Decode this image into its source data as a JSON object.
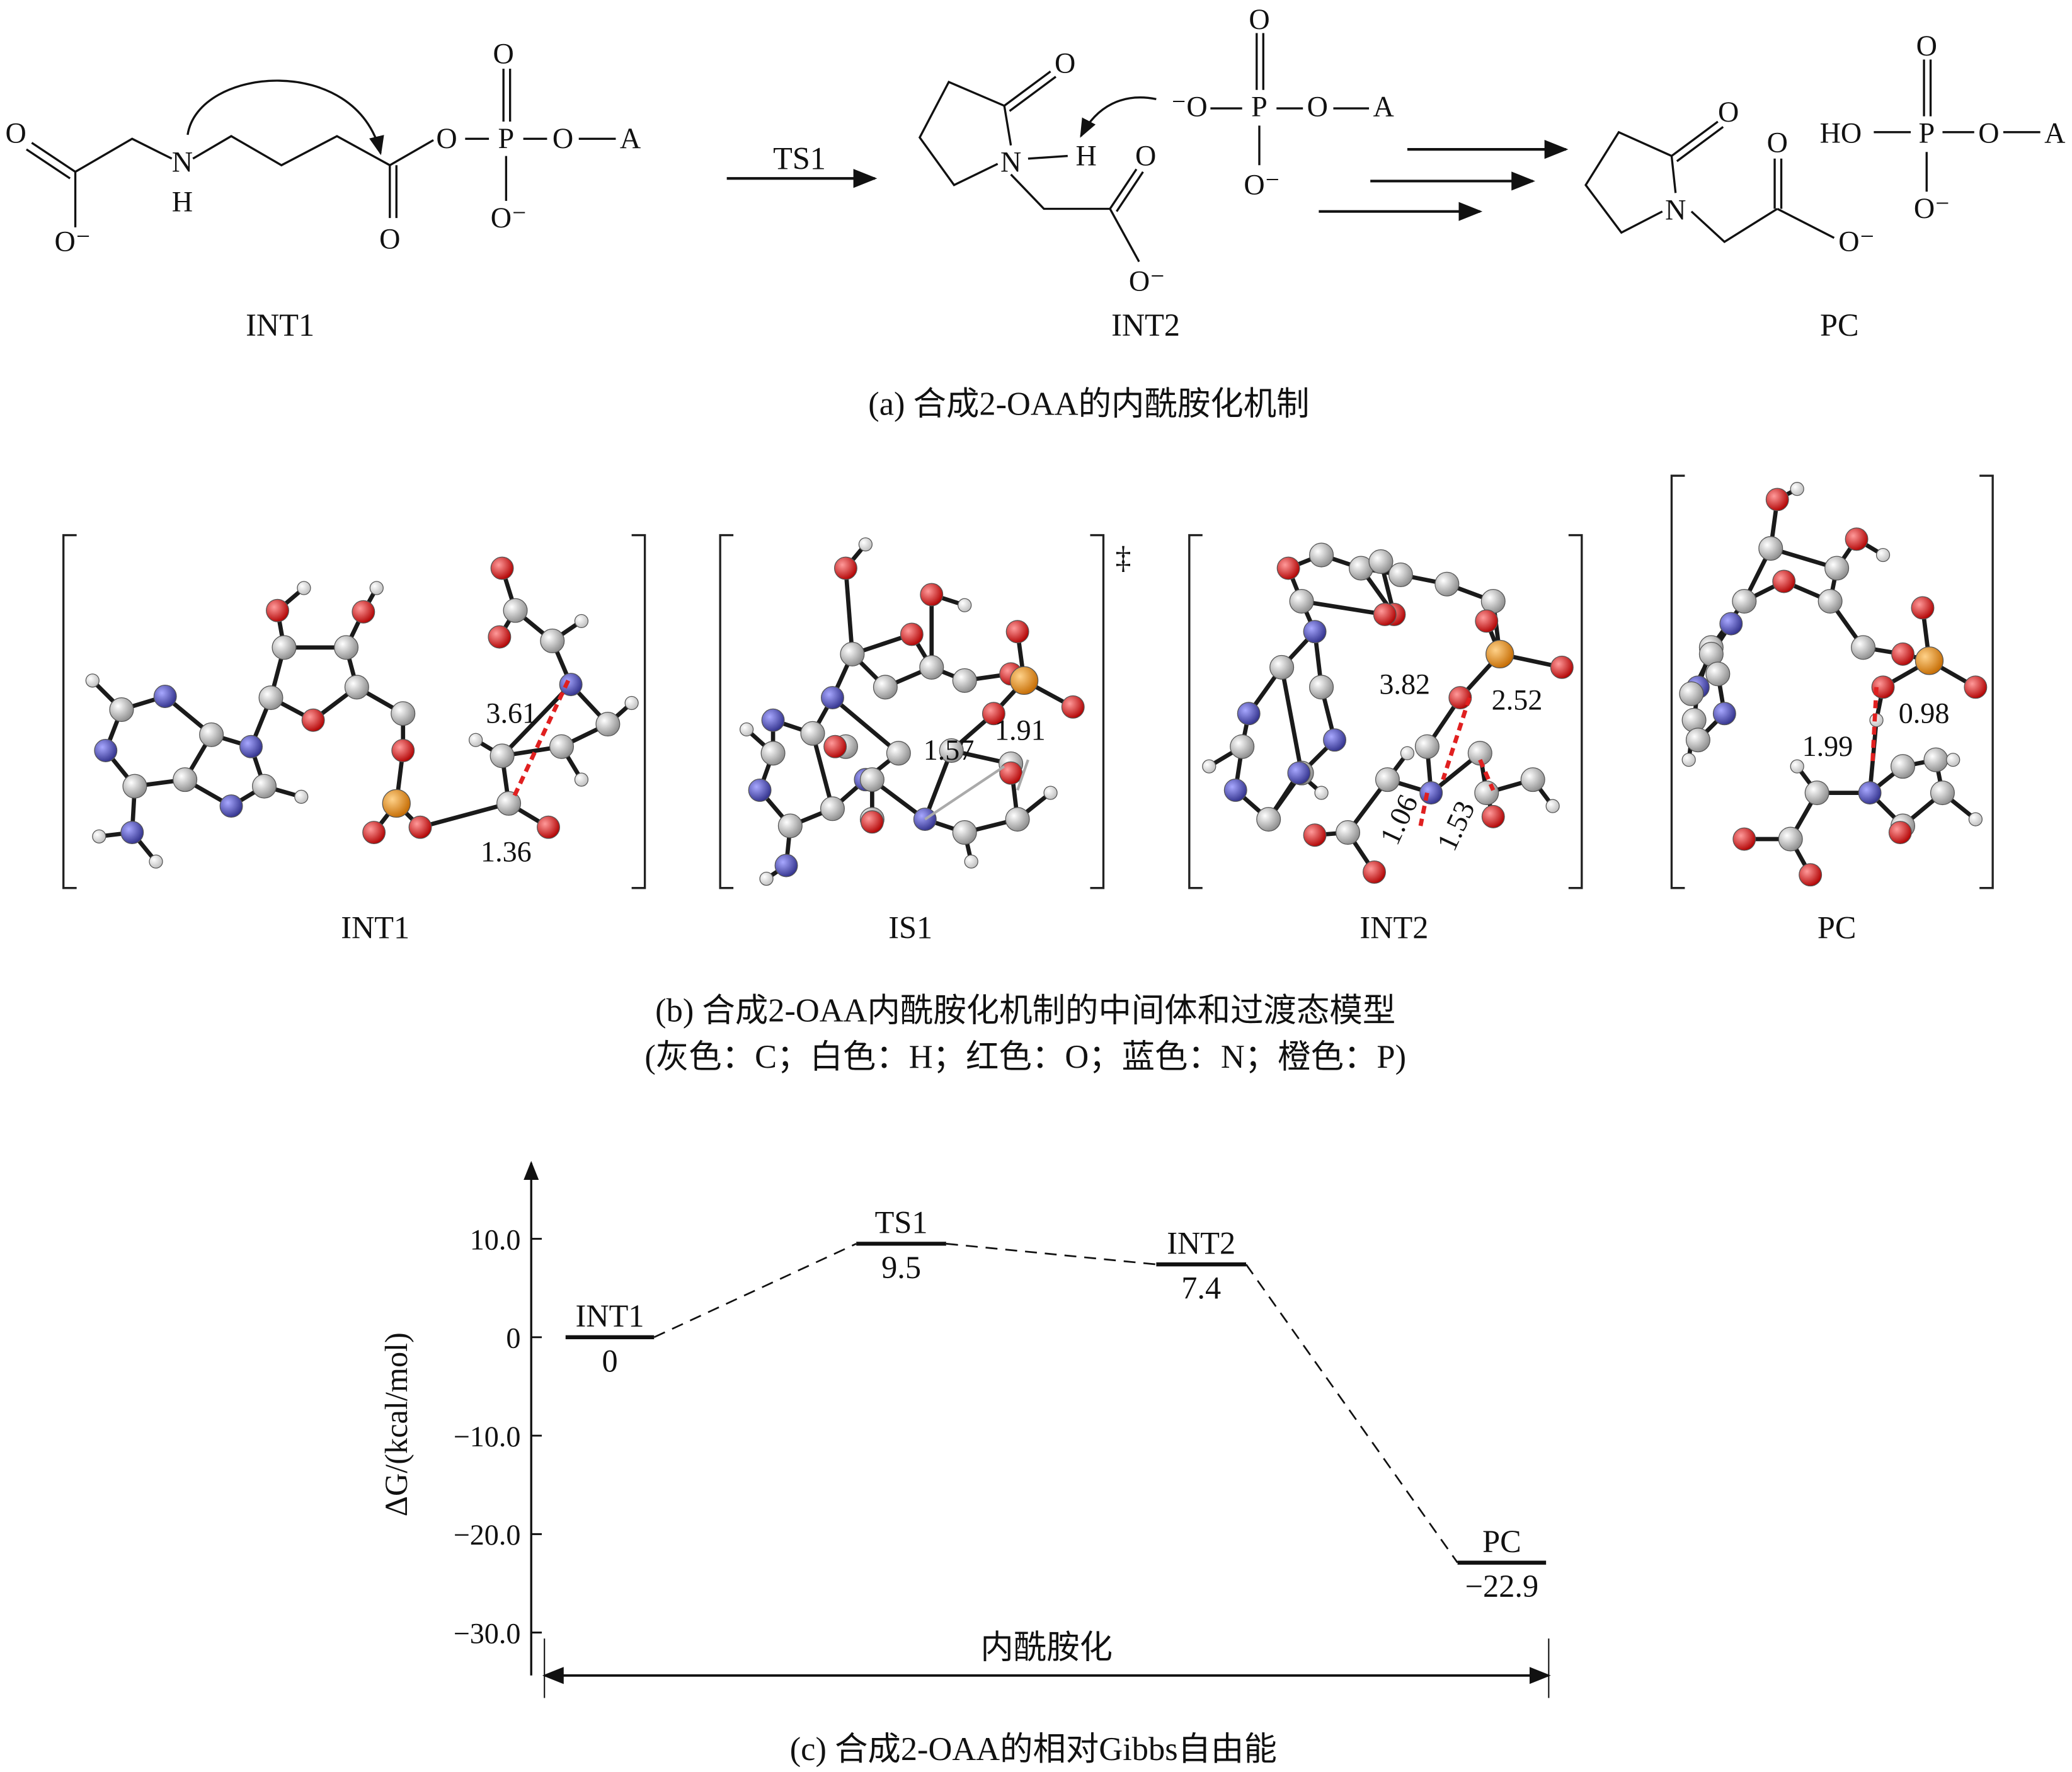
{
  "figure_a": {
    "caption": "(a) 合成2-OAA的内酰胺化机制",
    "arrow_label": "TS1",
    "structure_labels": [
      "INT1",
      "INT2",
      "PC"
    ],
    "int1_atoms": [
      "O",
      "O⁻",
      "N",
      "H",
      "O",
      "O",
      "P",
      "O",
      "A",
      "O",
      "O⁻"
    ],
    "int2_atoms": [
      "O",
      "N",
      "H",
      "O",
      "O⁻",
      "⁻O",
      "P",
      "O",
      "A",
      "O",
      "O⁻"
    ],
    "pc_atoms": [
      "O",
      "N",
      "O",
      "O⁻",
      "HO",
      "P",
      "O",
      "A",
      "O",
      "O⁻"
    ]
  },
  "figure_b": {
    "panels": [
      {
        "label": "INT1",
        "distances": [
          "3.61",
          "1.36"
        ]
      },
      {
        "label": "IS1",
        "distances": [
          "1.57",
          "1.91"
        ],
        "mark": "‡"
      },
      {
        "label": "INT2",
        "distances": [
          "3.82",
          "2.52",
          "1.06",
          "1.53"
        ]
      },
      {
        "label": "PC",
        "distances": [
          "1.99",
          "0.98"
        ]
      }
    ],
    "caption": "(b) 合成2-OAA内酰胺化机制的中间体和过渡态模型",
    "legend": "(灰色：C；白色：H；红色：O；蓝色：N；橙色：P)",
    "atom_colors": {
      "C": "#b4b4b4",
      "H": "#ffffff",
      "O": "#d41010",
      "N": "#4a4aa8",
      "P": "#e48a1c"
    }
  },
  "chart_data": {
    "type": "line",
    "title": "(c) 合成2-OAA的相对Gibbs自由能",
    "ylabel": "ΔG/(kcal/mol)",
    "xlabel": "内酰胺化",
    "ylim": [
      -35,
      17
    ],
    "yticks": [
      10,
      0,
      -10,
      -20,
      -30
    ],
    "ytick_labels": [
      "10.0",
      "0",
      "−10.0",
      "−20.0",
      "−30.0"
    ],
    "categories": [
      "INT1",
      "TS1",
      "INT2",
      "PC"
    ],
    "values": [
      0,
      9.5,
      7.4,
      -22.9
    ],
    "value_labels": [
      "0",
      "9.5",
      "7.4",
      "−22.9"
    ],
    "grid": false
  }
}
